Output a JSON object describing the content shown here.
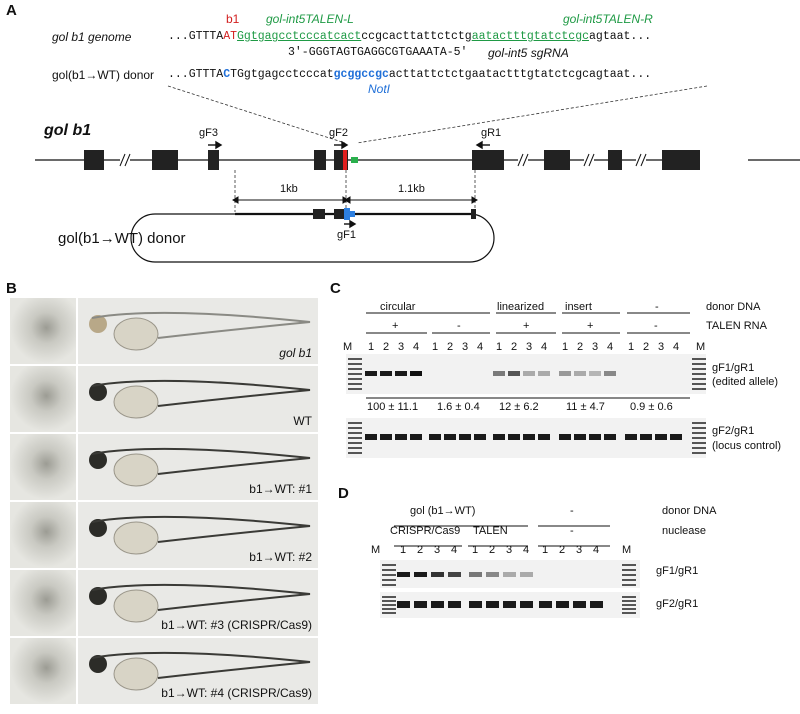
{
  "panelA": {
    "letter": "A",
    "b1_marker": "b1",
    "talen_left": "gol-int5TALEN-L",
    "talen_right": "gol-int5TALEN-R",
    "genome_label": "gol b1 genome",
    "genome_seq_pre": "...GTTTA",
    "genome_seq_mut": "AT",
    "genome_seq_talenL": "Ggtgagcctcccatcact",
    "genome_seq_mid": "ccgcacttattctctg",
    "genome_seq_talenR": "aatactttgtatctcgc",
    "genome_seq_post": "agtaat...",
    "sgrna_seq": "3'-GGGTAGTGAGGCGTGAAATA-5'",
    "sgrna_label": "gol-int5 sgRNA",
    "donor_label": "gol(b1→WT) donor",
    "donor_seq_pre": "...GTTTA",
    "donor_seq_fix": "C",
    "donor_seq_a": "TGgtgagcctcccat",
    "donor_seq_noti": "gcggccgc",
    "donor_seq_b": "acttattctctgaatactttgtatctcgcagtaat...",
    "noti_label": "NotI",
    "locus_label": "gol b1",
    "primer_gF3": "gF3",
    "primer_gF2": "gF2",
    "primer_gR1": "gR1",
    "primer_gF1": "gF1",
    "dist_left": "1kb",
    "dist_right": "1.1kb",
    "donor_plasmid_label": "gol(b1→WT) donor"
  },
  "panelB": {
    "letter": "B",
    "captions": [
      "gol b1",
      "WT",
      "b1→WT: #1",
      "b1→WT: #2",
      "b1→WT: #3 (CRISPR/Cas9)",
      "b1→WT: #4 (CRISPR/Cas9)"
    ]
  },
  "panelC": {
    "letter": "C",
    "groups": [
      "circular",
      "linearized",
      "insert",
      "-"
    ],
    "row1_label": "donor DNA",
    "row2_label": "TALEN RNA",
    "talen_signs": [
      "+",
      "-",
      "+",
      "+",
      "-"
    ],
    "marker": "M",
    "lanes": [
      "1",
      "2",
      "3",
      "4"
    ],
    "gel1_label_a": "gF1/gR1",
    "gel1_label_b": "(edited allele)",
    "gel2_label_a": "gF2/gR1",
    "gel2_label_b": "(locus control)",
    "quant": [
      "100 ± 11.1",
      "1.6 ± 0.4",
      "12 ± 6.2",
      "11 ± 4.7",
      "0.9 ± 0.6"
    ]
  },
  "panelD": {
    "letter": "D",
    "donor_group": "gol (b1→WT)",
    "donor_none": "-",
    "row1_label": "donor DNA",
    "nucleases": [
      "CRISPR/Cas9",
      "TALEN",
      "-"
    ],
    "row2_label": "nuclease",
    "marker": "M",
    "lanes": [
      "1",
      "2",
      "3",
      "4"
    ],
    "gel1_label": "gF1/gR1",
    "gel2_label": "gF2/gR1"
  }
}
